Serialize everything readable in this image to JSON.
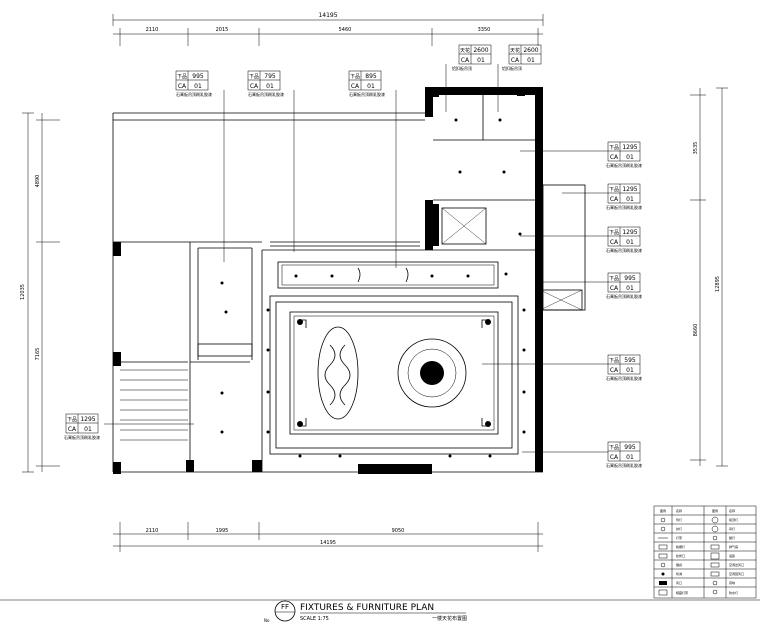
{
  "dimensions": {
    "top_total": "14195",
    "top_segments": [
      "2110",
      "2015",
      "5460",
      "3350"
    ],
    "bottom_total": "14195",
    "bottom_segments": [
      "2110",
      "1995",
      "9050"
    ],
    "left_total": "12035",
    "left_segments": [
      "4890",
      "7165"
    ],
    "right_total": "12895",
    "right_segments": [
      "3535",
      "8660"
    ]
  },
  "tags": [
    {
      "code": "下品",
      "value": "995",
      "ref": "CA",
      "num": "01",
      "note": "石膏板吊顶刷乳胶漆"
    },
    {
      "code": "下品",
      "value": "795",
      "ref": "CA",
      "num": "01",
      "note": "石膏板吊顶刷乳胶漆"
    },
    {
      "code": "下品",
      "value": "895",
      "ref": "CA",
      "num": "01",
      "note": "石膏板吊顶刷乳胶漆"
    },
    {
      "code": "天花",
      "value": "2600",
      "ref": "CA",
      "num": "01",
      "note": "铝扣板吊顶"
    },
    {
      "code": "天花",
      "value": "2600",
      "ref": "CA",
      "num": "01",
      "note": "铝扣板吊顶"
    },
    {
      "code": "下品",
      "value": "1295",
      "ref": "CA",
      "num": "01",
      "note": "石膏板吊顶刷乳胶漆"
    },
    {
      "code": "下品",
      "value": "1295",
      "ref": "CA",
      "num": "01",
      "note": "石膏板吊顶刷乳胶漆"
    },
    {
      "code": "下品",
      "value": "1295",
      "ref": "CA",
      "num": "01",
      "note": "石膏板吊顶刷乳胶漆"
    },
    {
      "code": "下品",
      "value": "995",
      "ref": "CA",
      "num": "01",
      "note": "石膏板吊顶刷乳胶漆"
    },
    {
      "code": "下品",
      "value": "595",
      "ref": "CA",
      "num": "01",
      "note": "石膏板吊顶刷乳胶漆"
    },
    {
      "code": "下品",
      "value": "995",
      "ref": "CA",
      "num": "01",
      "note": "石膏板吊顶刷乳胶漆"
    },
    {
      "code": "下品",
      "value": "1295",
      "ref": "CA",
      "num": "01",
      "note": "石膏板吊顶刷乳胶漆"
    }
  ],
  "title_block": {
    "badge": "FF",
    "title": "FIXTURES & FURNITURE PLAN",
    "scale": "SCALE 1:75",
    "subtitle": "一楼天花布置图",
    "left_note": "No"
  },
  "legend": {
    "rows": [
      {
        "a": "图例",
        "b": "名称",
        "c": "图例",
        "d": "名称"
      },
      {
        "a": "",
        "b": "筒灯",
        "c": "",
        "d": "吸顶灯"
      },
      {
        "a": "",
        "b": "射灯",
        "c": "",
        "d": "吊灯"
      },
      {
        "a": "",
        "b": "灯带",
        "c": "",
        "d": "壁灯"
      },
      {
        "a": "",
        "b": "格栅灯",
        "c": "",
        "d": "排气扇"
      },
      {
        "a": "",
        "b": "检修口",
        "c": "",
        "d": "浴霸"
      },
      {
        "a": "",
        "b": "烟感",
        "c": "",
        "d": "空调出风口"
      },
      {
        "a": "",
        "b": "喷淋",
        "c": "",
        "d": "空调回风口"
      },
      {
        "a": "",
        "b": "风口",
        "c": "",
        "d": "音响"
      },
      {
        "a": "",
        "b": "暗藏灯带",
        "c": "",
        "d": "防水灯"
      }
    ]
  }
}
